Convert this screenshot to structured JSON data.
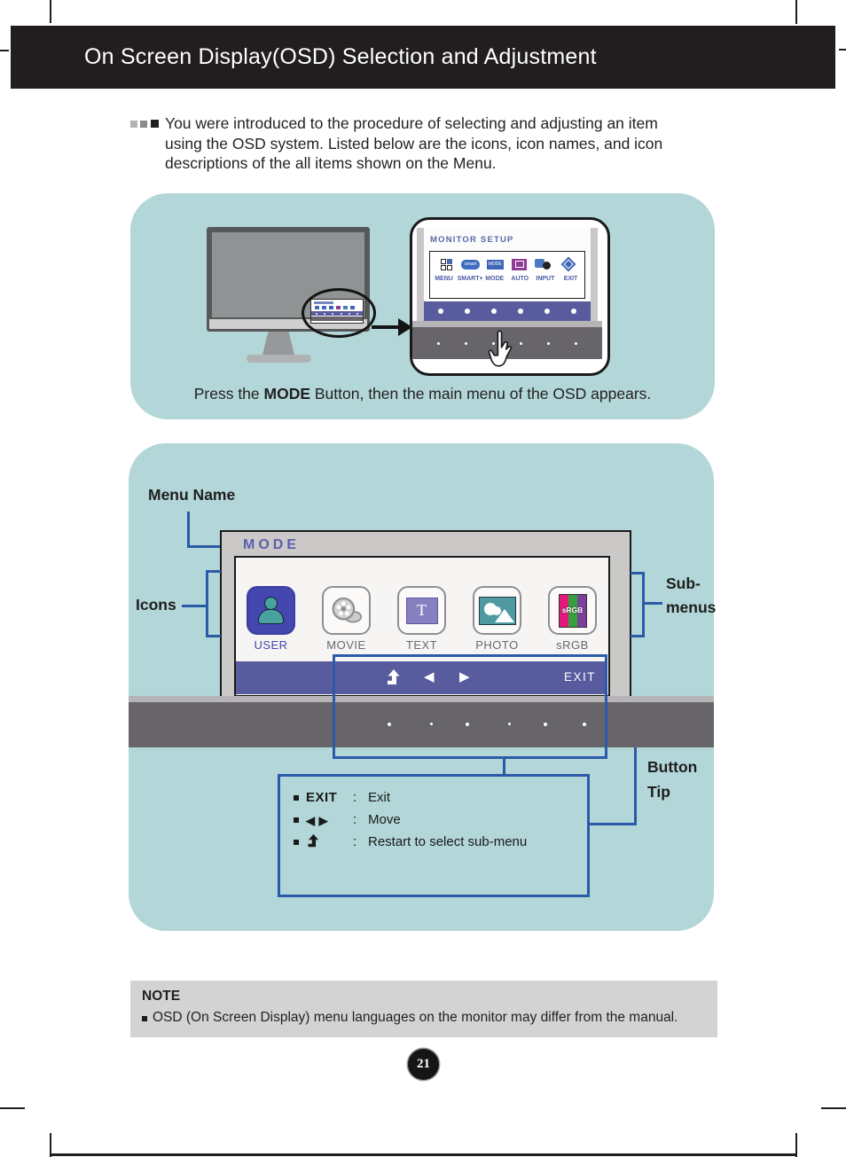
{
  "header": {
    "title": "On Screen Display(OSD) Selection and Adjustment"
  },
  "intro": {
    "line1": "You were introduced to the procedure of selecting and adjusting an item",
    "line2": "using the OSD system. Listed below are the icons, icon names, and icon",
    "line3": "descriptions of the all items shown on the Menu."
  },
  "press_panel": {
    "osd_title": "MONITOR SETUP",
    "osd_items": [
      "MENU",
      "SMART+",
      "MODE",
      "AUTO",
      "INPUT",
      "EXIT"
    ],
    "smart_icon_text": "smart",
    "mode_icon_text": "MODE",
    "caption_pre": "Press the ",
    "caption_bold": "MODE",
    "caption_post": " Button, then the main menu of the OSD appears."
  },
  "mode_panel": {
    "menu_name_label": "Menu Name",
    "icons_label": "Icons",
    "submenus_label_1": "Sub-",
    "submenus_label_2": "menus",
    "button_tip_label_1": "Button",
    "button_tip_label_2": "Tip",
    "screen_title": "MODE",
    "items": [
      {
        "label": "USER"
      },
      {
        "label": "MOVIE"
      },
      {
        "label": "TEXT"
      },
      {
        "label": "PHOTO"
      },
      {
        "label": "sRGB"
      }
    ],
    "text_icon_glyph": "T",
    "srgb_icon_text": "sRGB",
    "exit_label": "EXIT",
    "legend": [
      {
        "key": "EXIT",
        "sep": ":",
        "desc": "Exit"
      },
      {
        "key": "◀ ▶",
        "sep": ":",
        "desc": "Move"
      },
      {
        "key": "",
        "sep": ":",
        "desc": "Restart to select sub-menu"
      }
    ]
  },
  "note": {
    "title": "NOTE",
    "text": "OSD (On Screen Display) menu languages on the monitor may differ from the manual."
  },
  "footer": {
    "page_number": "21"
  },
  "colors": {
    "panel_teal": "#b3d6d8",
    "osd_bar_blue": "#585c9f",
    "selected_tile_blue": "#4347ae",
    "annotation_blue": "#2b5aa8",
    "bezel_dark_gray": "#67646a",
    "auto_icon_purple": "#8e3a96"
  }
}
